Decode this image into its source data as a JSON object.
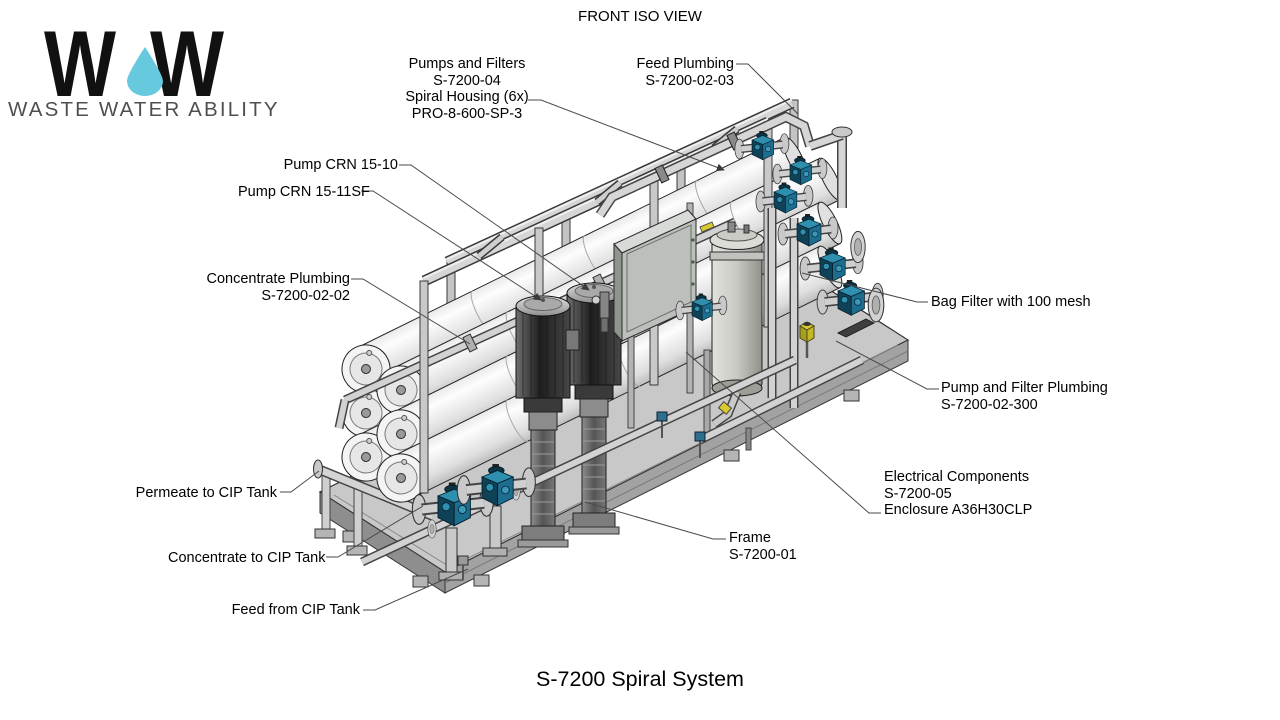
{
  "view": {
    "label": "FRONT ISO VIEW"
  },
  "drawing": {
    "title": "S-7200 Spiral System"
  },
  "logo": {
    "letter_left": "W",
    "letter_right": "W",
    "tagline": "WASTE WATER ABILITY",
    "colors": {
      "letters": "#111111",
      "drop": "#66c9dd",
      "tagline": "#4f4f4f"
    }
  },
  "callouts": [
    {
      "id": "pumps-and-filters",
      "lines": [
        "Pumps and Filters",
        "S-7200-04",
        "Spiral Housing (6x)",
        "PRO-8-600-SP-3"
      ]
    },
    {
      "id": "feed-plumbing",
      "lines": [
        "Feed Plumbing",
        "S-7200-02-03"
      ]
    },
    {
      "id": "pump-crn-15-10",
      "lines": [
        "Pump CRN 15-10"
      ]
    },
    {
      "id": "pump-crn-15-11sf",
      "lines": [
        "Pump CRN 15-11SF"
      ]
    },
    {
      "id": "concentrate-plumbing",
      "lines": [
        "Concentrate Plumbing",
        "S-7200-02-02"
      ]
    },
    {
      "id": "bag-filter",
      "lines": [
        "Bag Filter with 100 mesh"
      ]
    },
    {
      "id": "pump-and-filter-plumbing",
      "lines": [
        "Pump and Filter Plumbing",
        "S-7200-02-300"
      ]
    },
    {
      "id": "electrical-components",
      "lines": [
        "Electrical Components",
        "S-7200-05",
        "Enclosure A36H30CLP"
      ]
    },
    {
      "id": "frame",
      "lines": [
        "Frame",
        "S-7200-01"
      ]
    },
    {
      "id": "permeate-to-cip",
      "lines": [
        "Permeate to CIP Tank"
      ]
    },
    {
      "id": "concentrate-to-cip",
      "lines": [
        "Concentrate to CIP Tank"
      ]
    },
    {
      "id": "feed-from-cip",
      "lines": [
        "Feed from CIP Tank"
      ]
    }
  ],
  "machine": {
    "colors": {
      "skid": "#c8c8c8",
      "vessel": "#f4f4f4",
      "frame_steel": "#d6d6d6",
      "pump_motor": "#2b2b2b",
      "valve_blue": "#1d6d8e",
      "accent_yellow": "#d8ca2e",
      "enclosure": "#bcc0bb"
    }
  }
}
